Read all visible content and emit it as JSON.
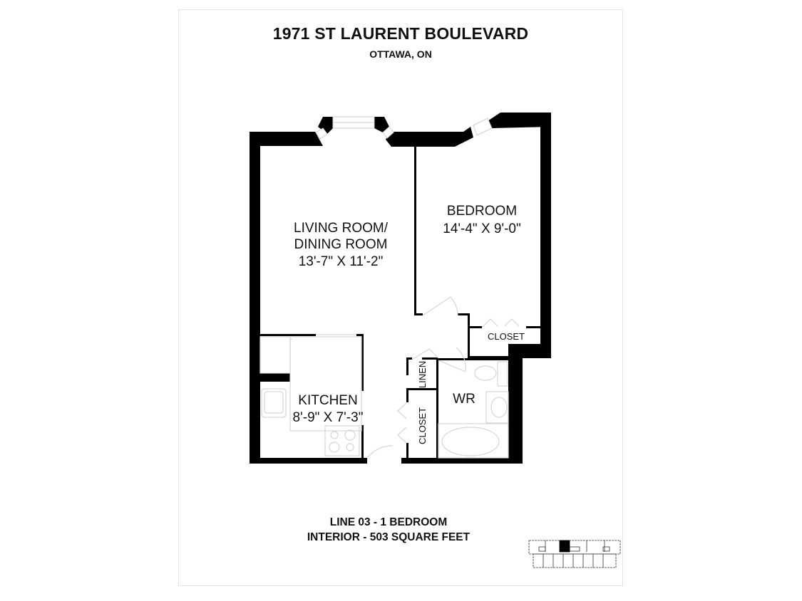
{
  "header": {
    "address": "1971 ST LAURENT BOULEVARD",
    "city": "OTTAWA, ON"
  },
  "rooms": {
    "living": {
      "name_line1": "LIVING ROOM/",
      "name_line2": "DINING ROOM",
      "dimensions": "13'-7\" X 11'-2\""
    },
    "bedroom": {
      "name": "BEDROOM",
      "dimensions": "14'-4\" X 9'-0\""
    },
    "kitchen": {
      "name": "KITCHEN",
      "dimensions": "8'-9\" X 7'-3\""
    },
    "bedroom_closet": {
      "name": "CLOSET"
    },
    "linen": {
      "name": "LINEN"
    },
    "hall_closet": {
      "name": "CLOSET"
    },
    "washroom": {
      "name": "WR"
    }
  },
  "footer": {
    "line": "LINE 03 - 1 BEDROOM",
    "area": "INTERIOR - 503 SQUARE FEET"
  },
  "colors": {
    "wall": "#000000",
    "fixture": "#d8d8d8",
    "text": "#111111",
    "border": "#e4e4e4"
  }
}
